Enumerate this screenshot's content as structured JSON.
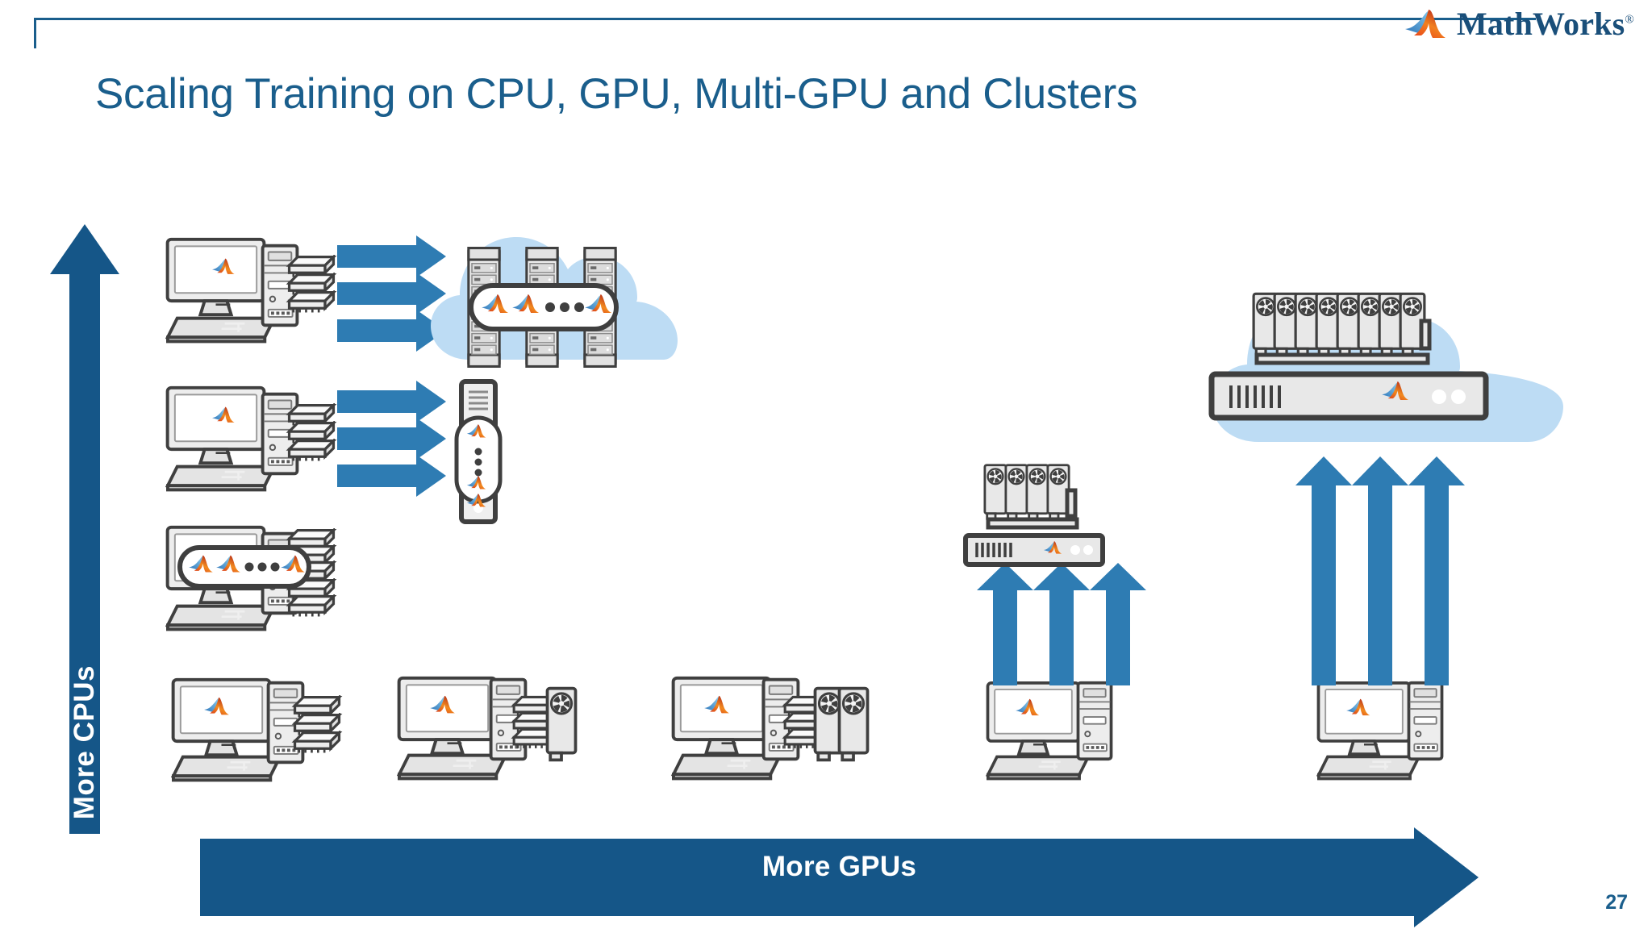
{
  "slide": {
    "title": "Scaling Training on CPU, GPU, Multi-GPU and Clusters",
    "page_number": "27",
    "brand": "MathWorks",
    "brand_registered": "®"
  },
  "axes": {
    "vertical": {
      "label": "More CPUs",
      "direction": "up",
      "color": "#155688"
    },
    "horizontal": {
      "label": "More GPUs",
      "direction": "right",
      "color": "#155688"
    }
  },
  "colors": {
    "dark_blue": "#155688",
    "arrow_blue": "#2E7CB3",
    "cloud_blue": "#BDDCF4",
    "title_blue": "#1A5E8C",
    "outline_gray": "#3F3F3F",
    "device_fill": "#E8E8E8"
  },
  "diagram": {
    "description": "Scaling matrix of MATLAB compute configurations along a CPU axis and a GPU axis",
    "nodes": [
      {
        "id": "desktop-cpu",
        "row": 1,
        "col": 1,
        "label": "Desktop with CPU",
        "gpus": 0,
        "cpu_chips": 3
      },
      {
        "id": "desktop-1gpu",
        "row": 1,
        "col": 2,
        "label": "Desktop with single GPU",
        "gpus": 1,
        "cpu_chips": 3
      },
      {
        "id": "desktop-multigpu",
        "row": 1,
        "col": 3,
        "label": "Desktop with multiple GPUs",
        "gpus": 2,
        "cpu_chips": 3
      },
      {
        "id": "desktop-plain-a",
        "row": 1,
        "col": 4,
        "label": "Desktop client to GPU server",
        "gpus": 0,
        "cpu_chips": 0
      },
      {
        "id": "desktop-plain-b",
        "row": 1,
        "col": 5,
        "label": "Desktop client to GPU cloud cluster",
        "gpus": 0,
        "cpu_chips": 0
      },
      {
        "id": "workstation-parallel",
        "row": 2,
        "col": 1,
        "label": "Workstation running parallel MATLAB workers",
        "workers": "multiple"
      },
      {
        "id": "desktop-to-server",
        "row": 3,
        "col": 1,
        "label": "Desktop sending work to a server",
        "workers": "multiple"
      },
      {
        "id": "desktop-to-cloud",
        "row": 4,
        "col": 1,
        "label": "Desktop sending work to a cloud cluster",
        "workers": "multiple"
      },
      {
        "id": "gpu-server",
        "row": 3,
        "col": 4,
        "label": "GPU server",
        "gpus": 4
      },
      {
        "id": "gpu-cloud-cluster",
        "row": 4,
        "col": 5,
        "label": "GPU cloud cluster",
        "gpus": 8
      }
    ],
    "worker_pill": {
      "logo_count": 3,
      "dot_count": 3,
      "meaning": "multiple MATLAB workers"
    },
    "flows": [
      {
        "from": "desktop-to-cloud",
        "to": "cloud-servers",
        "arrows": 3,
        "direction": "right"
      },
      {
        "from": "desktop-to-server",
        "to": "rack-server",
        "arrows": 3,
        "direction": "right"
      },
      {
        "from": "desktop-plain-a",
        "to": "gpu-server",
        "arrows": 3,
        "direction": "up"
      },
      {
        "from": "desktop-plain-b",
        "to": "gpu-cloud-cluster",
        "arrows": 3,
        "direction": "up"
      }
    ]
  }
}
